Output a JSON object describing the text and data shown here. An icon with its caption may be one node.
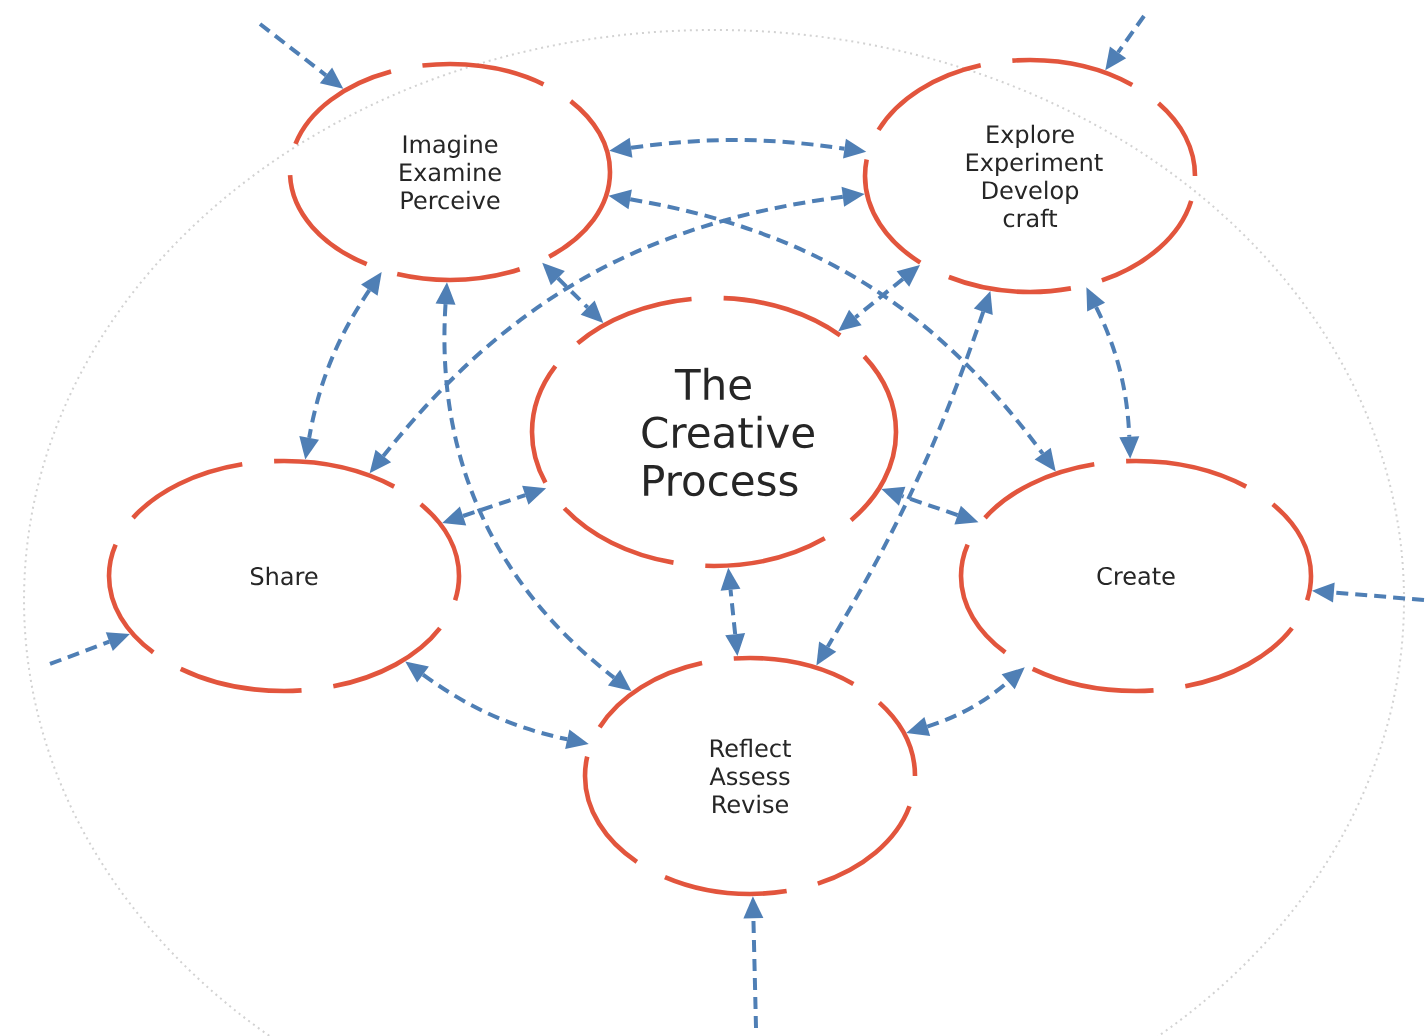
{
  "diagram": {
    "nodes": [
      {
        "text": [
          "Imagine Examine Perceive"
        ]
      },
      {
        "text": [
          "Explore Experiment Develop craft"
        ]
      },
      {
        "text": [
          "The Creative Process"
        ]
      },
      {
        "text": [
          "Share"
        ]
      },
      {
        "text": [
          "Create"
        ]
      },
      {
        "text": [
          "Reflect Assess Revise"
        ]
      }
    ],
    "edges": [
      {
        "from": null,
        "to": 0,
        "arrow": "to",
        "style": "dashed"
      },
      {
        "from": null,
        "to": 1,
        "arrow": "to",
        "style": "dashed"
      },
      {
        "from": null,
        "to": 3,
        "arrow": "to",
        "style": "dashed"
      },
      {
        "from": null,
        "to": 4,
        "arrow": "to",
        "style": "dashed"
      },
      {
        "from": null,
        "to": 5,
        "arrow": "to",
        "style": "dashed"
      },
      {
        "from": 0,
        "to": 1,
        "arrow": "both",
        "style": "dashed"
      },
      {
        "from": 1,
        "to": 4,
        "arrow": "both",
        "style": "dashed"
      },
      {
        "from": 0,
        "to": 3,
        "arrow": "both",
        "style": "dashed"
      },
      {
        "from": 3,
        "to": 5,
        "arrow": "both",
        "style": "dashed"
      },
      {
        "from": 5,
        "to": 4,
        "arrow": "both",
        "style": "dashed"
      },
      {
        "from": 0,
        "to": 2,
        "arrow": "both",
        "style": "dashed"
      },
      {
        "from": 1,
        "to": 2,
        "arrow": "both",
        "style": "dashed"
      },
      {
        "from": 3,
        "to": 2,
        "arrow": "both",
        "style": "dashed"
      },
      {
        "from": 4,
        "to": 2,
        "arrow": "both",
        "style": "dashed"
      },
      {
        "from": 5,
        "to": 2,
        "arrow": "both",
        "style": "dashed"
      },
      {
        "from": 0,
        "to": 4,
        "arrow": "both",
        "style": "dashed"
      },
      {
        "from": 1,
        "to": 3,
        "arrow": "both",
        "style": "dashed"
      },
      {
        "from": 0,
        "to": 5,
        "arrow": "both",
        "style": "dashed"
      },
      {
        "from": 1,
        "to": 5,
        "arrow": "both",
        "style": "dashed"
      }
    ]
  }
}
